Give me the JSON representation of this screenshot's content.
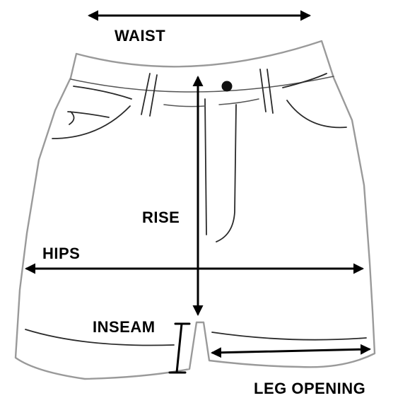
{
  "diagram": {
    "labels": {
      "waist": "WAIST",
      "rise": "RISE",
      "hips": "HIPS",
      "inseam": "INSEAM",
      "leg_opening": "LEG OPENING"
    },
    "colors": {
      "arrow": "#000000",
      "text": "#000000",
      "garment_outline": "#9a9a9a",
      "garment_detail": "#2a2a2a",
      "background": "#ffffff"
    }
  }
}
